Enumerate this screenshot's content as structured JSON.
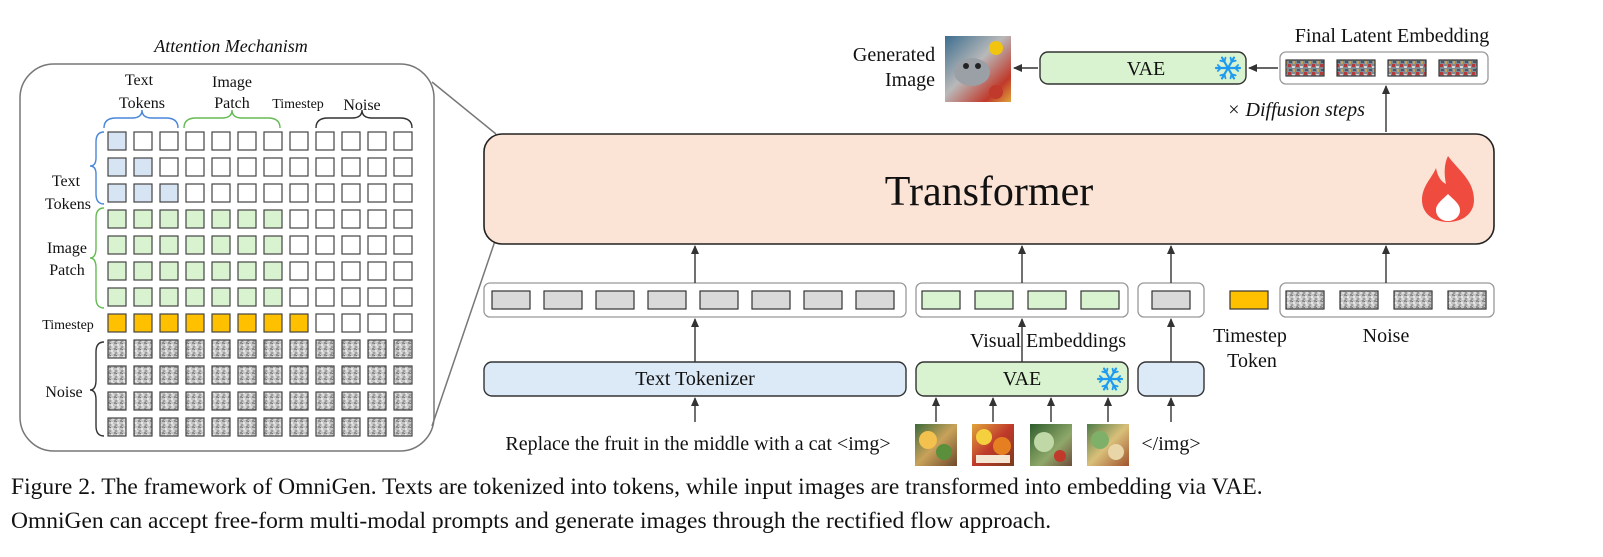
{
  "attention": {
    "title": "Attention Mechanism",
    "col_labels": {
      "text_tokens": [
        "Text",
        "Tokens"
      ],
      "image_patch": [
        "Image",
        "Patch"
      ],
      "timestep": "Timestep",
      "noise": "Noise"
    },
    "row_labels": {
      "text_tokens": [
        "Text",
        "Tokens"
      ],
      "image_patch": [
        "Image",
        "Patch"
      ],
      "timestep": "Timestep",
      "noise": "Noise"
    }
  },
  "transformer": {
    "label": "Transformer",
    "icon": "flame-icon"
  },
  "text_tokenizer": {
    "label": "Text Tokenizer"
  },
  "vae_input": {
    "label": "VAE",
    "icon": "snowflake-icon"
  },
  "vae_output": {
    "label": "VAE",
    "icon": "snowflake-icon"
  },
  "visual_embeddings_label": "Visual Embeddings",
  "timestep_token_label": [
    "Timestep",
    "Token"
  ],
  "noise_label": "Noise",
  "final_latent_label": "Final Latent Embedding",
  "diffusion_steps_label": "× Diffusion steps",
  "generated_image_label": [
    "Generated",
    "Image"
  ],
  "prompt": {
    "text": "Replace the fruit in the middle with a cat <img>",
    "end_tag": "</img>"
  },
  "caption": {
    "line1": "Figure 2.  The framework of OmniGen.  Texts are tokenized into tokens, while input images are transformed into embedding via VAE.",
    "line2": "OmniGen can accept free-form multi-modal prompts and generate images through the rectified flow approach."
  },
  "colors": {
    "text_token": "#d6e4f3",
    "image_patch": "#d9f2d0",
    "timestep": "#ffc000",
    "noise": "#bdbdbd",
    "transformer": "#fbe3d6",
    "tokenizer": "#dce9f6",
    "vae": "#d9f2d0",
    "flame": "#ef4b3f",
    "snowflake": "#1e9bf0"
  }
}
